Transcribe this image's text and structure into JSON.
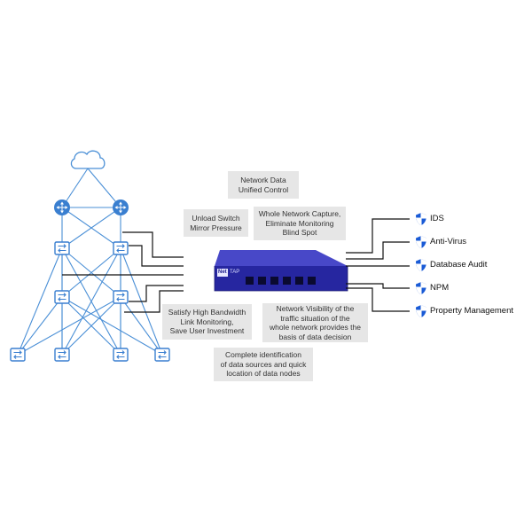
{
  "callouts": {
    "unified_control": "Network Data\nUnified Control",
    "unload_switch": "Unload Switch\nMirror Pressure",
    "whole_capture": "Whole Network Capture,\nEliminate Monitoring\nBlind Spot",
    "high_bandwidth": "Satisfy High Bandwidth\nLink Monitoring,\nSave User Investment",
    "visibility": "Network Visibility of the\ntraffic situation of the\nwhole network provides the\nbasis of data decision",
    "identification": "Complete identification\nof data sources and quick\nlocation of data nodes"
  },
  "outputs": [
    "IDS",
    "Anti-Virus",
    "Database Audit",
    "NPM",
    "Property Management"
  ],
  "device": {
    "logo_a": "Net",
    "logo_b": "TAP"
  },
  "colors": {
    "network_line": "#4a8fd6",
    "node_fill": "#3a7fd0",
    "device_body": "#2626a0",
    "device_top": "#4848c8",
    "shield": "#1a5bd6",
    "callout_bg": "#e6e6e6",
    "connector_line": "#111111"
  },
  "icons": {
    "cloud": "cloud-icon",
    "router": "router-icon",
    "switch": "switch-icon",
    "shield": "shield-icon"
  }
}
